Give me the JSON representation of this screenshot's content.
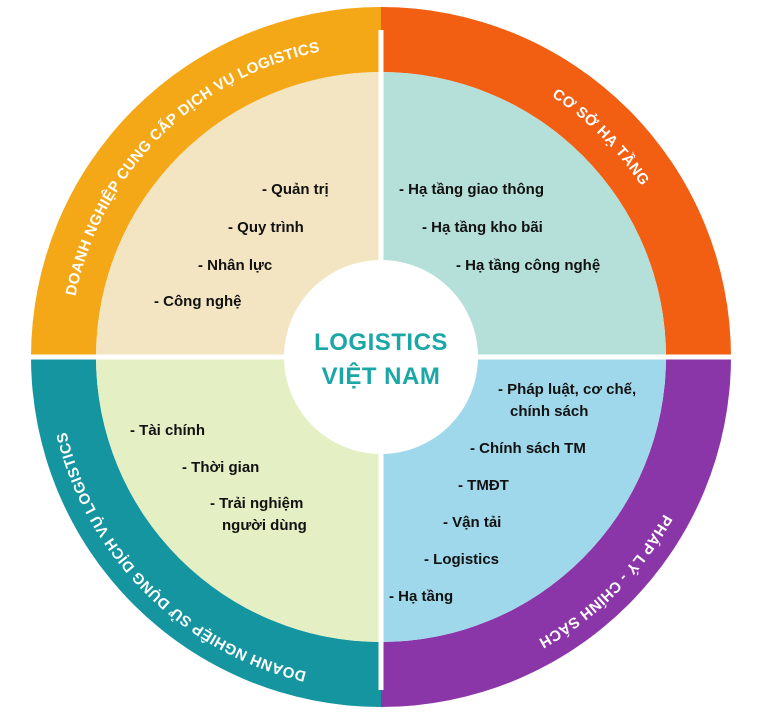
{
  "center": {
    "line1": "LOGISTICS",
    "line2": "VIỆT NAM"
  },
  "quadrants": {
    "top_left": {
      "ring_label": "DOANH NGHIỆP CUNG CẤP DỊCH VỤ LOGISTICS",
      "ring_color": "#f4a817",
      "fill_color": "#f3e5c2",
      "items": [
        "- Quản trị",
        "- Quy trình",
        "- Nhân lực",
        "- Công nghệ"
      ]
    },
    "top_right": {
      "ring_label": "CƠ SỞ HẠ TẦNG",
      "ring_color": "#f25f12",
      "fill_color": "#b5e0d9",
      "items": [
        "- Hạ tầng giao thông",
        "- Hạ tầng kho bãi",
        "- Hạ tầng công nghệ"
      ]
    },
    "bottom_left": {
      "ring_label": "DOANH NGHIỆP SỬ DỤNG DỊCH VỤ LOGISTICS",
      "ring_color": "#1495a0",
      "fill_color": "#e5efc4",
      "items": [
        "- Tài chính",
        "- Thời gian",
        "- Trải nghiệm",
        "người dùng"
      ]
    },
    "bottom_right": {
      "ring_label": "PHÁP LÝ - CHÍNH SÁCH",
      "ring_color": "#8b36a8",
      "fill_color": "#9fd8eb",
      "items": [
        "- Pháp luật, cơ chế,",
        "chính sách",
        "- Chính sách TM",
        "- TMĐT",
        "- Vận tải",
        "- Logistics",
        "- Hạ tầng"
      ]
    }
  }
}
